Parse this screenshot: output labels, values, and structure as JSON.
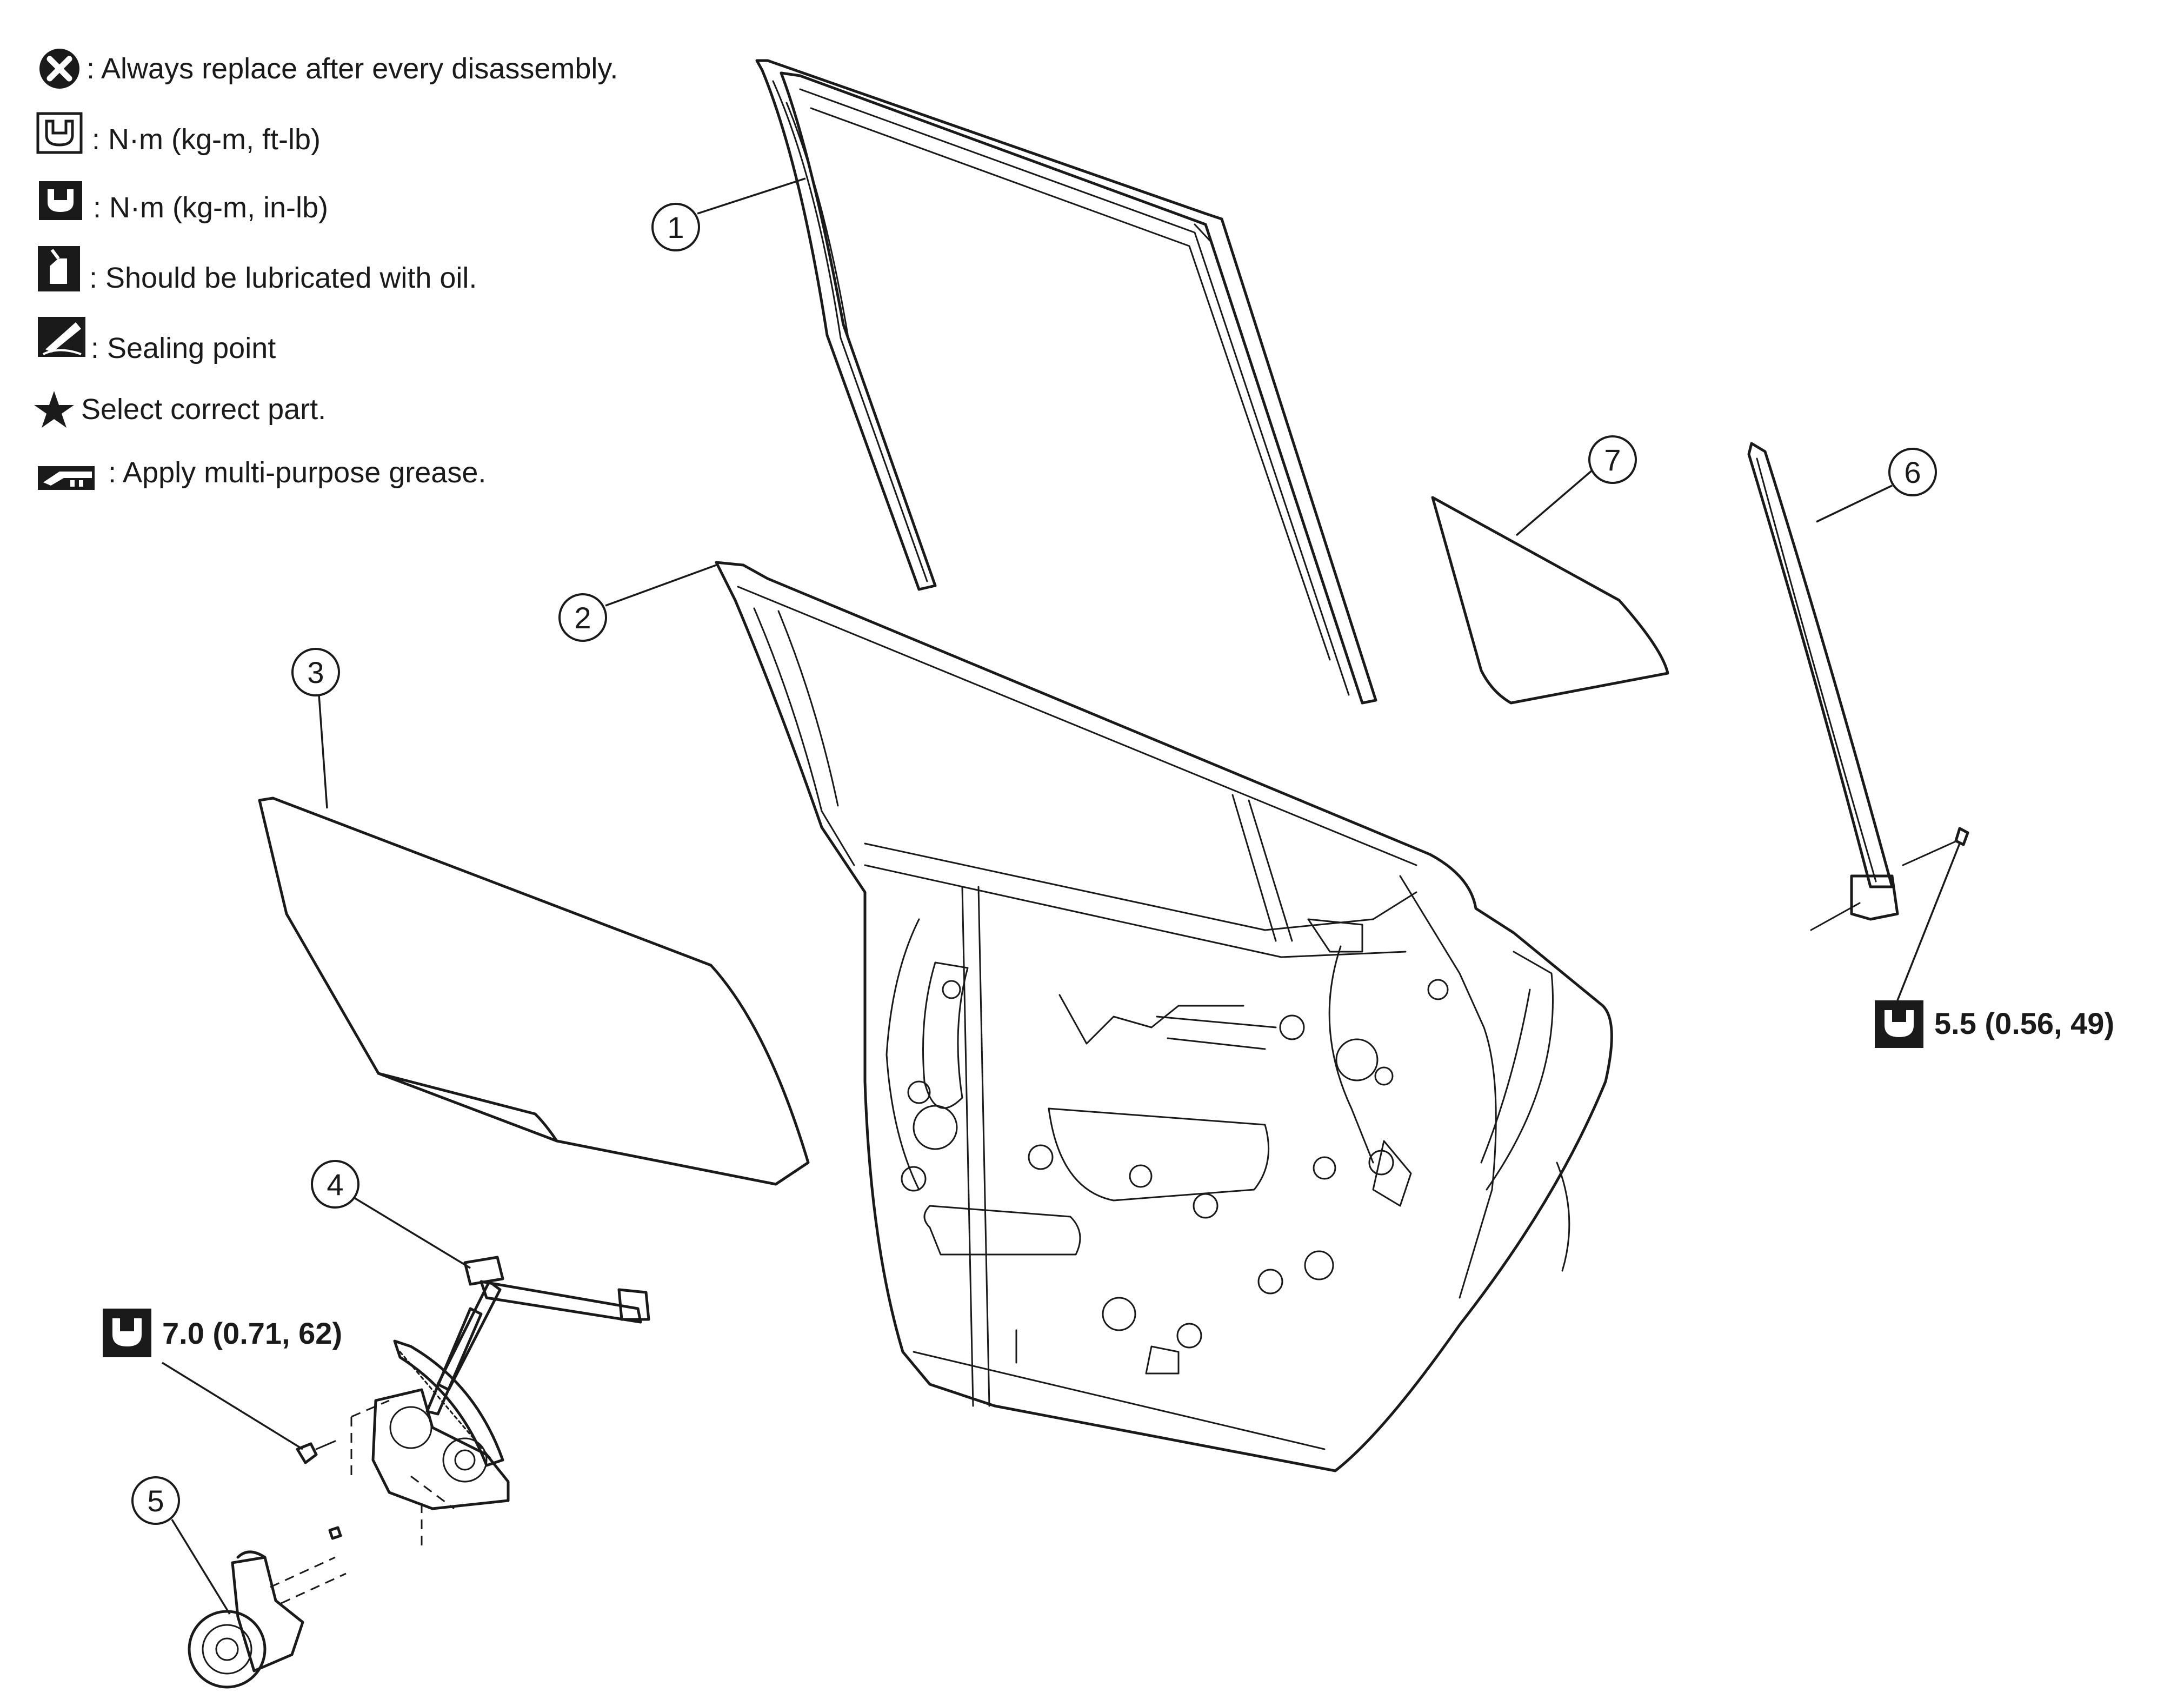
{
  "legend": [
    {
      "icon": "always-replace-icon",
      "text": ": Always replace after every disassembly."
    },
    {
      "icon": "torque-ft-lb-icon",
      "text": ": N·m (kg-m, ft-lb)"
    },
    {
      "icon": "torque-in-lb-icon",
      "text": ": N·m (kg-m, in-lb)"
    },
    {
      "icon": "oil-can-icon",
      "text": ": Should be lubricated with oil."
    },
    {
      "icon": "sealing-point-icon",
      "text": ": Sealing point"
    },
    {
      "icon": "star-icon",
      "text": "Select correct part."
    },
    {
      "icon": "grease-icon",
      "text": ": Apply multi-purpose grease."
    }
  ],
  "callouts": [
    "1",
    "2",
    "3",
    "4",
    "5",
    "6",
    "7"
  ],
  "torque_specs": {
    "regulator_bolt": "7.0 (0.71, 62)",
    "sash_bolt": "5.5 (0.56, 49)"
  },
  "colors": {
    "ink": "#1a1a1a",
    "background": "#ffffff"
  }
}
